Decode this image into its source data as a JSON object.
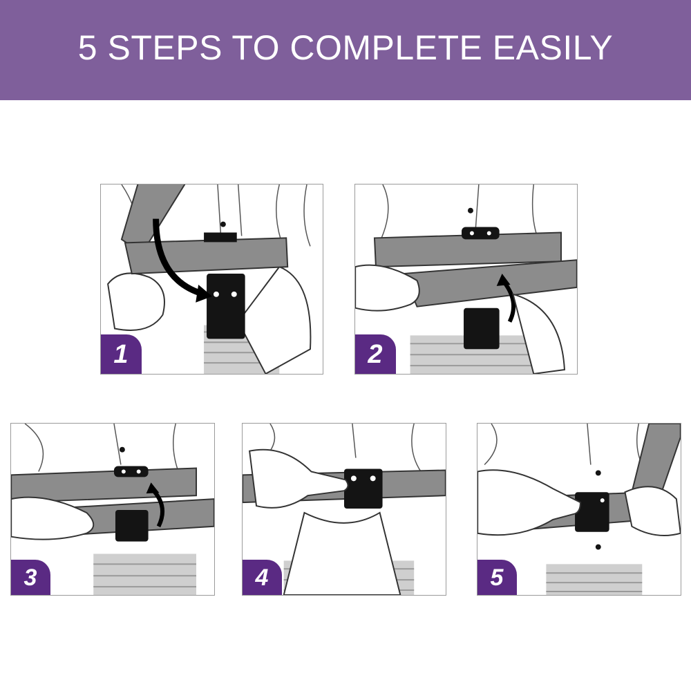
{
  "header": {
    "title": "5 STEPS TO COMPLETE EASILY"
  },
  "colors": {
    "banner": "#7f5f9b",
    "badge": "#5a2a83",
    "strap": "#8c8c8c",
    "buckle": "#141414"
  },
  "steps": [
    {
      "number": "1",
      "illustration": "strap-threaded-down-into-buckle-arrow-icon"
    },
    {
      "number": "2",
      "illustration": "strap-lifted-up-arrow-icon"
    },
    {
      "number": "3",
      "illustration": "strap-pulled-through-arrow-icon"
    },
    {
      "number": "4",
      "illustration": "buckle-pressed-flat-icon"
    },
    {
      "number": "5",
      "illustration": "strap-tightened-icon"
    }
  ]
}
